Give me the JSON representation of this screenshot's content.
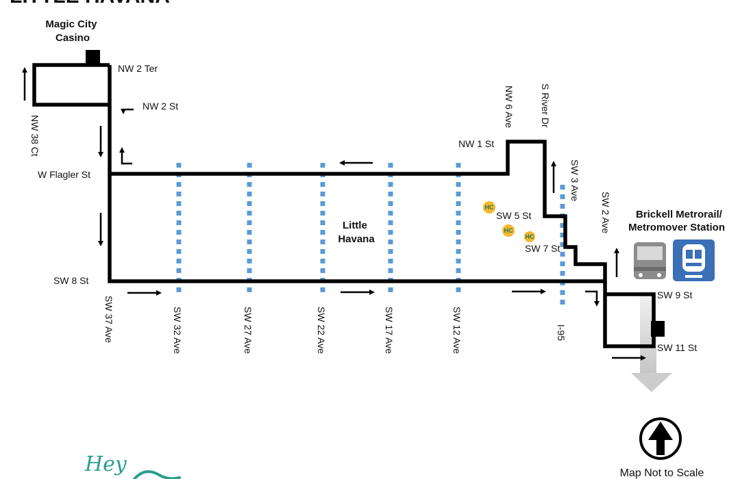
{
  "header": {
    "title": "LITTLE HAVANA"
  },
  "map": {
    "colors": {
      "route": "#000000",
      "metrorail_dots": "#5b9bd5",
      "trolley_stop": "#f5b82e",
      "metrorail_icon_bg": "#3b6fb6",
      "transfer_arrow": "#cccccc"
    },
    "landmarks": {
      "casino": [
        "Magic City",
        "Casino"
      ],
      "neighborhood": [
        "Little",
        "Havana"
      ],
      "station": [
        "Brickell Metrorail/",
        "Metromover Station"
      ]
    },
    "horizontal_streets": {
      "nw_2_ter": "NW 2 Ter",
      "nw_2_st": "NW 2 St",
      "w_flagler": "W Flagler St",
      "nw_1_st": "NW 1 St",
      "sw_5_st": "SW 5 St",
      "sw_7_st": "SW 7 St",
      "sw_8_st": "SW 8 St",
      "sw_9_st": "SW 9 St",
      "sw_11_st": "SW 11 St"
    },
    "vertical_streets": {
      "nw_38_ct": "NW 38 Ct",
      "sw_37_ave": "SW 37 Ave",
      "sw_32_ave": "SW 32 Ave",
      "sw_27_ave": "SW 27 Ave",
      "sw_22_ave": "SW 22 Ave",
      "sw_17_ave": "SW 17 Ave",
      "sw_12_ave": "SW 12 Ave",
      "nw_6_ave": "NW 6 Ave",
      "s_river_dr": "S River Dr",
      "sw_3_ave": "SW 3 Ave",
      "sw_2_ave": "SW 2 Ave",
      "i_95": "I-95"
    },
    "stop_badge": "HC",
    "icons": [
      "bus-icon",
      "metrorail-train-icon",
      "north-arrow-icon"
    ],
    "scale_note": "Map Not to Scale"
  },
  "brand": {
    "script": "Hey"
  }
}
